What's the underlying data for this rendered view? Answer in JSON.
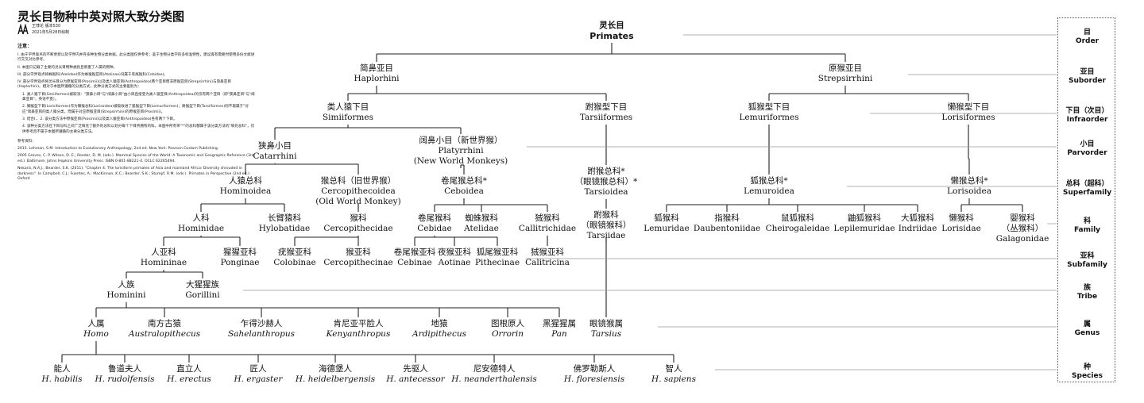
{
  "title": "灵长目物种中英对照大致分类图",
  "meta": [
    "王悖论 版本530",
    "2021年5月28日绘制"
  ],
  "notes": {
    "heading": "注意：",
    "items": [
      "I. 由于学界观点的不断更新以及学界内并存多种生物分类依据，此分类图仅供参考；鉴于生物分类学的多标准特性，建议再有需要时使用多份文献进行交叉对比参考。",
      "II. 本图只记载了主要的灵长目物种类别且侧重了人属的物种。",
      "III. 部分学界观点将蛛猴科(Atelidae)作为蛛猴猴亚目(Atelinae)归属于卷尾猴科(Cebidae)。",
      "IV. 部分学界观点将灵长目分为原猴亚目(Prosimii)以及类人猿亚目(Anthropoidea)两个亚目而非原猴亚目(Strepsirrhini)与简鼻亚目(Haplorhini)。相对于本图所遵循的分类方式，此种分类方式的主要差别为：",
      "1. 类人猿下目(Simiiformes)被取消：\"狭鼻小目\"与\"阔鼻小目\"由小目直接变为类人猿亚目(Anthropoidea)的仅有两个亚目（即\"狭鼻亚目\"与\"阔鼻亚目\"，英语不变）。",
      "2. 懒猴型下目(Lorisiformes)作为懒猴总科(Lorisoidea)被吸收进了狐猴型下目(Lemuriformes)；跗猴型下目(Tarsiiformes)则不再属于\"对应\"简鼻亚目的类人猿分类，而属于对应原猴亚目(Strepsirrhini)的原猴亚目(Prosimii)。",
      "3. 结合I.、2. 该分类方法中原猴亚目(Prosimii)以及类人猿亚目(Anthropoidea)各有两个下目。",
      "4. 该种分类方法在下目与科之间广泛填充了额外的总科以划分每个下目所拥有的科。本图中所有带\"*\"的总科都属于该分类方法的\"填充总科\"，仅供参考且不属于本图所遵循的主要分类方法。"
    ],
    "refs_heading": "参考资料：",
    "refs": [
      "2015. Lehman, S.M. Introduction to Evolutionary Anthropology, 2nd ed. New York: Pearson Custom Publishing.",
      "2005 Groves, C. P. Wilson, D. E.; Reeder, D. M. (eds.). Mammal Species of the World: A Taxonomic and Geographic Reference (3rd ed.). Baltimore: Johns Hopkins University Press. ISBN 0-801-88221-4. OCLC 62265494.",
      "Nekaris, N.A.J.; Bearder, S.K. (2011). \"Chapter 4: The lorisiform primates of Asia and mainland Africa: Diversity shrouded in darkness\". In Campbell, C.J.; Fuentes, A.; MacKinnon, K.C.; Bearder, S.K.; Stumpf, R.M. (eds.). Primates in Perspective (2nd ed.). Oxford"
    ]
  },
  "ranks": [
    {
      "zh": "目",
      "en": "Order"
    },
    {
      "zh": "亚目",
      "en": "Suborder"
    },
    {
      "zh": "下目（次目）",
      "en": "Infraorder"
    },
    {
      "zh": "小目",
      "en": "Parvorder"
    },
    {
      "zh": "总科（超科）",
      "en": "Superfamily"
    },
    {
      "zh": "科",
      "en": "Family"
    },
    {
      "zh": "亚科",
      "en": "Subfamily"
    },
    {
      "zh": "族",
      "en": "Tribe"
    },
    {
      "zh": "属",
      "en": "Genus"
    },
    {
      "zh": "种",
      "en": "Species"
    }
  ],
  "taxa": [
    {
      "id": "primates",
      "zh": "灵长目",
      "en": "Primates",
      "bold": true
    },
    {
      "id": "haplorhini",
      "zh": "简鼻亚目",
      "en": "Haplorhini"
    },
    {
      "id": "strepsirrhini",
      "zh": "原猴亚目",
      "en": "Strepsirrhini"
    },
    {
      "id": "simiiformes",
      "zh": "类人猿下目",
      "en": "Simiiformes"
    },
    {
      "id": "tarsiiformes",
      "zh": "跗猴型下目",
      "en": "Tarsiiformes"
    },
    {
      "id": "lemuriformes",
      "zh": "狐猴型下目",
      "en": "Lemuriformes"
    },
    {
      "id": "lorisiformes",
      "zh": "懒猴型下目",
      "en": "Lorisiformes"
    },
    {
      "id": "catarrhini",
      "zh": "狭鼻小目",
      "en": "Catarrhini"
    },
    {
      "id": "platyrrhini",
      "zh": "阔鼻小目（新世界猴）",
      "en": "Platyrrhini",
      "en2": "(New World Monkeys)"
    },
    {
      "id": "hominoidea",
      "zh": "人猿总科",
      "en": "Hominoidea"
    },
    {
      "id": "cercopithecoidea",
      "zh": "猴总科（旧世界猴）",
      "en": "Cercopithecoidea",
      "en2": "(Old World Monkey)"
    },
    {
      "id": "ceboidea",
      "zh": "卷尾猴总科*",
      "en": "Ceboidea"
    },
    {
      "id": "tarsioidea",
      "zh": "跗猴总科*",
      "zh2": "（眼镜猴总科）*",
      "en": "Tarsioidea"
    },
    {
      "id": "lemuroidea",
      "zh": "狐猴总科*",
      "en": "Lemuroidea"
    },
    {
      "id": "lorisoidea",
      "zh": "懒猴总科*",
      "en": "Lorisoidea"
    },
    {
      "id": "hominidae",
      "zh": "人科",
      "en": "Hominidae"
    },
    {
      "id": "hylobatidae",
      "zh": "长臂猿科",
      "en": "Hylobatidae"
    },
    {
      "id": "cercopithecidae",
      "zh": "猴科",
      "en": "Cercopithecidae"
    },
    {
      "id": "cebidae",
      "zh": "卷尾猴科",
      "en": "Cebidae"
    },
    {
      "id": "atelidae",
      "zh": "蜘蛛猴科",
      "en": "Atelidae"
    },
    {
      "id": "callitrichidae",
      "zh": "狨猴科",
      "en": "Callitrichidae"
    },
    {
      "id": "tarsiidae",
      "zh": "跗猴科",
      "zh2": "（眼镜猴科）",
      "en": "Tarsiidae"
    },
    {
      "id": "lemuridae",
      "zh": "狐猴科",
      "en": "Lemuridae"
    },
    {
      "id": "daubentoniidae",
      "zh": "指猴科",
      "en": "Daubentoniidae"
    },
    {
      "id": "cheirogaleidae",
      "zh": "鼠狐猴科",
      "en": "Cheirogaleidae"
    },
    {
      "id": "lepilemuridae",
      "zh": "鼬狐猴科",
      "en": "Lepilemuridae"
    },
    {
      "id": "indriidae",
      "zh": "大狐猴科",
      "en": "Indriidae"
    },
    {
      "id": "lorisidae",
      "zh": "懒猴科",
      "en": "Lorisidae"
    },
    {
      "id": "galagonidae",
      "zh": "婴猴科",
      "zh2": "（丛猴科）",
      "en": "Galagonidae"
    },
    {
      "id": "homininae",
      "zh": "人亚科",
      "en": "Homininae"
    },
    {
      "id": "ponginae",
      "zh": "猩猩亚科",
      "en": "Ponginae"
    },
    {
      "id": "colobinae",
      "zh": "疣猴亚科",
      "en": "Colobinae"
    },
    {
      "id": "cercopithecinae",
      "zh": "猴亚科",
      "en": "Cercopithecinae"
    },
    {
      "id": "cebinae",
      "zh": "卷尾猴亚科",
      "en": "Cebinae"
    },
    {
      "id": "aotinae",
      "zh": "夜猴亚科",
      "en": "Aotinae"
    },
    {
      "id": "pithecinae",
      "zh": "狐尾猴亚科",
      "en": "Pithecinae"
    },
    {
      "id": "calitricina",
      "zh": "狨猴亚科",
      "en": "Calitricina"
    },
    {
      "id": "hominini",
      "zh": "人族",
      "en": "Hominini"
    },
    {
      "id": "gorillini",
      "zh": "大猩猩族",
      "en": "Gorillini"
    },
    {
      "id": "homo",
      "zh": "人属",
      "en": "Homo",
      "italic": true
    },
    {
      "id": "australopithecus",
      "zh": "南方古猿",
      "en": "Australopithecus",
      "italic": true
    },
    {
      "id": "sahelanthropus",
      "zh": "乍得沙赫人",
      "en": "Sahelanthropus",
      "italic": true
    },
    {
      "id": "kenyanthropus",
      "zh": "肯尼亚平脸人",
      "en": "Kenyanthropus",
      "italic": true
    },
    {
      "id": "ardipithecus",
      "zh": "地猿",
      "en": "Ardipithecus",
      "italic": true
    },
    {
      "id": "orrorin",
      "zh": "图根原人",
      "en": "Orrorin",
      "italic": true
    },
    {
      "id": "pan",
      "zh": "黑猩猩属",
      "en": "Pan",
      "italic": true
    },
    {
      "id": "tarsius",
      "zh": "眼镜猴属",
      "en": "Tarsius",
      "italic": true
    },
    {
      "id": "habilis",
      "zh": "能人",
      "en": "H. habilis",
      "italic": true
    },
    {
      "id": "rudolfensis",
      "zh": "鲁道夫人",
      "en": "H. rudolfensis",
      "italic": true
    },
    {
      "id": "erectus",
      "zh": "直立人",
      "en": "H. erectus",
      "italic": true
    },
    {
      "id": "ergaster",
      "zh": "匠人",
      "en": "H. ergaster",
      "italic": true
    },
    {
      "id": "heidelbergensis",
      "zh": "海德堡人",
      "en": "H. heidelbergensis",
      "italic": true
    },
    {
      "id": "antecessor",
      "zh": "先驱人",
      "en": "H. antecessor",
      "italic": true
    },
    {
      "id": "neanderthalensis",
      "zh": "尼安德特人",
      "en": "H. neanderthalensis",
      "italic": true
    },
    {
      "id": "floresiensis",
      "zh": "佛罗勒斯人",
      "en": "H. floresiensis",
      "italic": true
    },
    {
      "id": "sapiens",
      "zh": "智人",
      "en": "H. sapiens",
      "italic": true
    }
  ],
  "edges": [
    [
      "primates",
      [
        "haplorhini",
        "strepsirrhini"
      ]
    ],
    [
      "haplorhini",
      [
        "simiiformes",
        "tarsiiformes"
      ]
    ],
    [
      "strepsirrhini",
      [
        "lemuriformes",
        "lorisiformes"
      ]
    ],
    [
      "simiiformes",
      [
        "catarrhini",
        "platyrrhini"
      ]
    ],
    [
      "catarrhini",
      [
        "hominoidea",
        "cercopithecoidea"
      ]
    ],
    [
      "platyrrhini",
      [
        "ceboidea"
      ]
    ],
    [
      "tarsiiformes",
      [
        "tarsioidea"
      ]
    ],
    [
      "lemuriformes",
      [
        "lemuroidea"
      ]
    ],
    [
      "lorisiformes",
      [
        "lorisoidea"
      ]
    ],
    [
      "hominoidea",
      [
        "hominidae",
        "hylobatidae"
      ]
    ],
    [
      "cercopithecoidea",
      [
        "cercopithecidae"
      ]
    ],
    [
      "ceboidea",
      [
        "cebidae",
        "atelidae",
        "callitrichidae"
      ]
    ],
    [
      "tarsioidea",
      [
        "tarsiidae"
      ]
    ],
    [
      "lemuroidea",
      [
        "lemuridae",
        "daubentoniidae",
        "cheirogaleidae",
        "lepilemuridae",
        "indriidae"
      ]
    ],
    [
      "lorisoidea",
      [
        "lorisidae",
        "galagonidae"
      ]
    ],
    [
      "hominidae",
      [
        "homininae",
        "ponginae"
      ]
    ],
    [
      "cercopithecidae",
      [
        "colobinae",
        "cercopithecinae"
      ]
    ],
    [
      "cebidae",
      [
        "cebinae",
        "aotinae",
        "pithecinae"
      ]
    ],
    [
      "callitrichidae",
      [
        "calitricina"
      ]
    ],
    [
      "homininae",
      [
        "hominini",
        "gorillini"
      ]
    ],
    [
      "hominini",
      [
        "homo",
        "australopithecus",
        "sahelanthropus",
        "kenyanthropus",
        "ardipithecus",
        "orrorin",
        "pan"
      ]
    ],
    [
      "tarsiidae",
      [
        "tarsius"
      ]
    ],
    [
      "homo",
      [
        "habilis",
        "rudolfensis",
        "erectus",
        "ergaster",
        "heidelbergensis",
        "antecessor",
        "neanderthalensis",
        "floresiensis",
        "sapiens"
      ]
    ]
  ]
}
